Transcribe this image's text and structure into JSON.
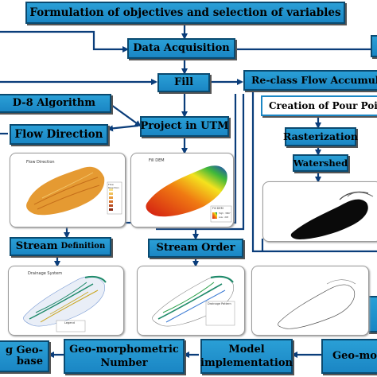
{
  "colors": {
    "box_fill": "#1a86c4",
    "arrow": "#0a3d7a"
  },
  "nodes": {
    "formulation": "Formulation of objectives and selection of variables",
    "data_acquisition": "Data Acquisition",
    "fill": "Fill",
    "reclass": "Re-class Flow Accumul",
    "d8": "D-8 Algorithm",
    "project_utm": "Project in UTM",
    "flow_direction": "Flow Direction",
    "pour_points": "Creation of Pour Points",
    "rasterization": "Rasterization",
    "watershed": "Watershed",
    "stream_definition_a": "Stream",
    "stream_definition_b": "Definition",
    "stream_order_a": "Stream",
    "stream_order_b": "Order",
    "ranking_a": "g Geo-",
    "ranking_b": "base",
    "geomorph_number_a": "Geo-morphometric",
    "geomorph_number_b": "Number",
    "model_impl_a": "Model",
    "model_impl_b": "implementation",
    "geo_mo": "Geo-mo"
  },
  "thumbnails": {
    "flow_direction_map": {
      "title": "Flow Direction",
      "legend_title": "Flow Direction",
      "legend_items": [
        "1",
        "2",
        "4",
        "8",
        "16",
        "32",
        "64",
        "128"
      ]
    },
    "fill_dem_map": {
      "title": "Fill DEM",
      "legend_title": "Fill DEM",
      "legend_items": [
        "High : 3867",
        "Low : 203"
      ]
    },
    "drainage_map": {
      "title": "Drainage System",
      "legend_title": "Legend"
    },
    "stream_order_map": {
      "legend_title": "Drainage Pattern"
    }
  }
}
